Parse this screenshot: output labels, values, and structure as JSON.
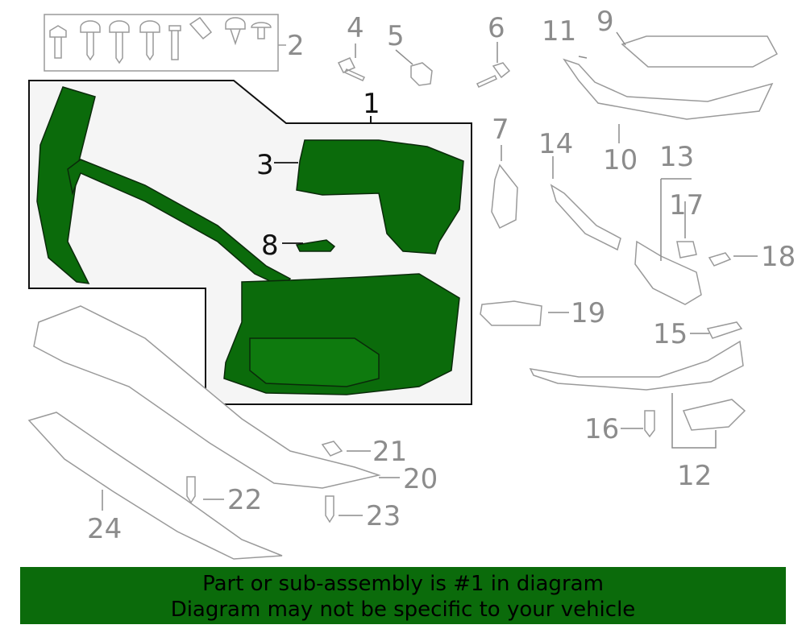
{
  "colors": {
    "highlight_fill": "#0b6b0b",
    "highlight_stroke": "#0a2a0a",
    "part_outline": "#9a9a9a",
    "callout_gray": "#8c8c8c",
    "callout_dark": "#111111",
    "inset_background": "#f5f5f5",
    "banner_background": "#0b6b0b",
    "banner_text": "#000000"
  },
  "callouts": {
    "c1": "1",
    "c2": "2",
    "c3": "3",
    "c4": "4",
    "c5": "5",
    "c6": "6",
    "c7": "7",
    "c8": "8",
    "c9": "9",
    "c10": "10",
    "c11": "11",
    "c12": "12",
    "c13": "13",
    "c14": "14",
    "c15": "15",
    "c16": "16",
    "c17": "17",
    "c18": "18",
    "c19": "19",
    "c20": "20",
    "c21": "21",
    "c22": "22",
    "c23": "23",
    "c24": "24"
  },
  "highlighted_callouts": [
    "1",
    "3",
    "8"
  ],
  "banner": {
    "line1": "Part or sub-assembly is #1 in diagram",
    "line2": "Diagram may not be specific to your vehicle"
  }
}
